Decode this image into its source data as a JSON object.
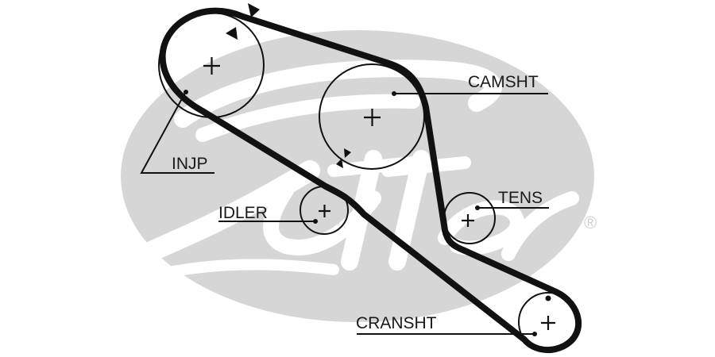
{
  "diagram": {
    "title": "Timing belt routing diagram",
    "brand_watermark": "Gates",
    "registered_mark": "®",
    "colors": {
      "belt": "#111111",
      "pulley_outline": "#111111",
      "watermark": "#d6d6d6",
      "background": "#ffffff",
      "text": "#1a1a1a"
    },
    "components": [
      {
        "id": "injp",
        "label": "INJP",
        "description": "Injection pump pulley"
      },
      {
        "id": "camsht",
        "label": "CAMSHT",
        "description": "Camshaft pulley"
      },
      {
        "id": "idler",
        "label": "IDLER",
        "description": "Idler pulley"
      },
      {
        "id": "tens",
        "label": "TENS",
        "description": "Tensioner pulley"
      },
      {
        "id": "cransht",
        "label": "CRANSHT",
        "description": "Crankshaft pulley"
      }
    ],
    "timing_marks": [
      {
        "pulley": "injp",
        "type": "triangle-pair"
      },
      {
        "pulley": "camsht",
        "type": "triangle-pair"
      },
      {
        "pulley": "cransht",
        "type": "dot"
      }
    ]
  }
}
